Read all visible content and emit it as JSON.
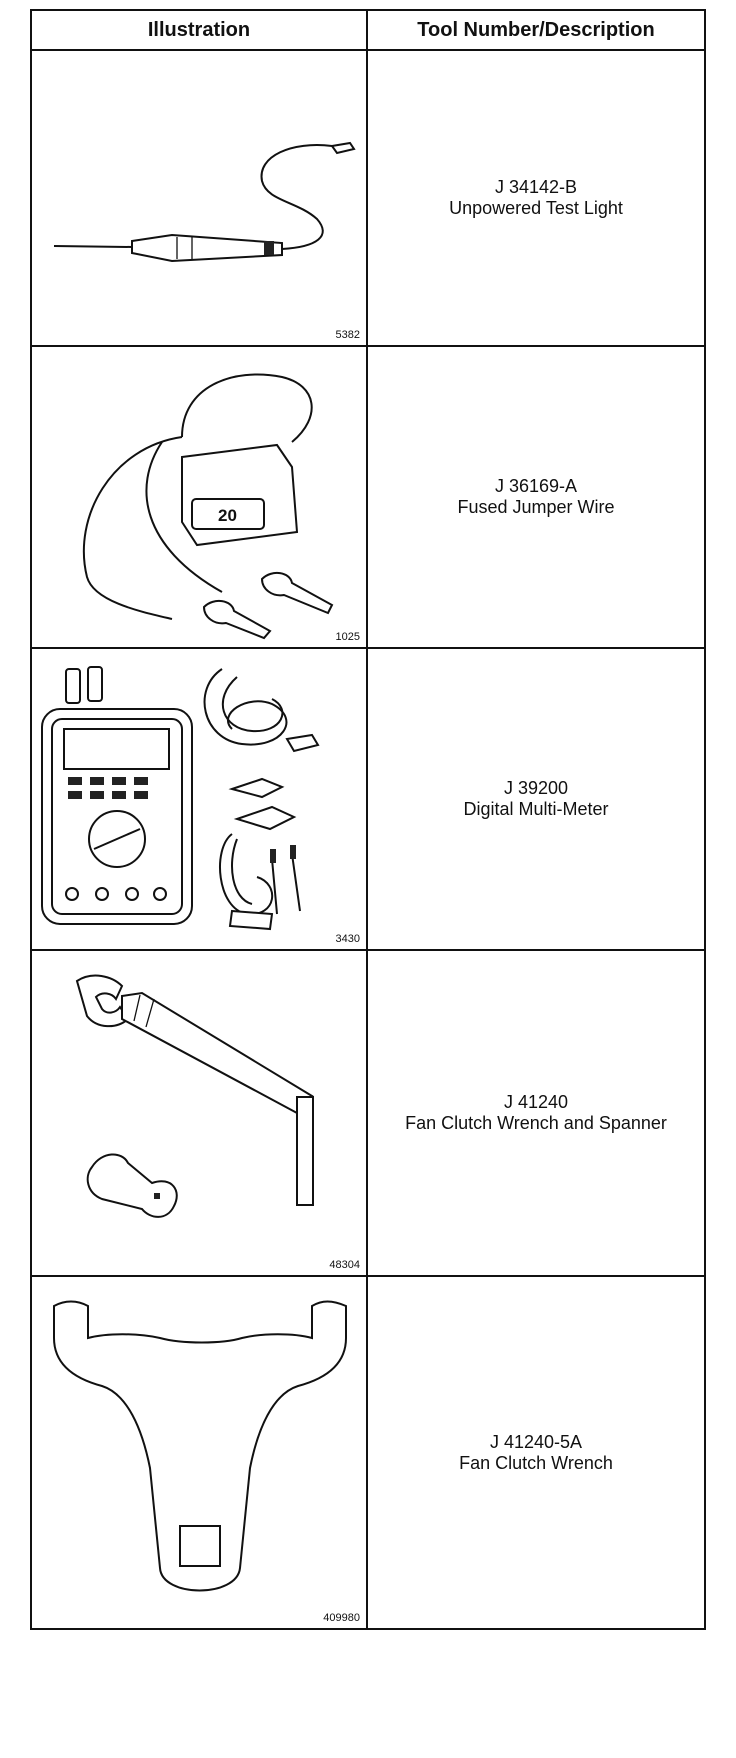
{
  "header": {
    "illustration": "Illustration",
    "tool": "Tool Number/Description"
  },
  "rows": [
    {
      "figure": "5382",
      "number": "J 34142-B",
      "description": "Unpowered Test Light"
    },
    {
      "figure": "1025",
      "number": "J 36169-A",
      "description": "Fused Jumper Wire",
      "fuse_label": "20"
    },
    {
      "figure": "3430",
      "number": "J 39200",
      "description": "Digital Multi-Meter"
    },
    {
      "figure": "48304",
      "number": "J 41240",
      "description": "Fan Clutch Wrench and Spanner"
    },
    {
      "figure": "409980",
      "number": "J 41240-5A",
      "description": "Fan Clutch Wrench"
    }
  ]
}
